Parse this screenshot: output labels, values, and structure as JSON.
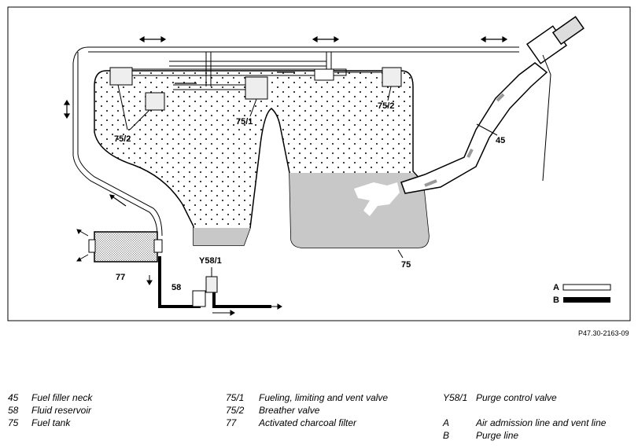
{
  "diagram": {
    "labels": {
      "l45": "45",
      "l58": "58",
      "l75": "75",
      "l75_1": "75/1",
      "l75_2a": "75/2",
      "l75_2b": "75/2",
      "l77": "77",
      "lY58_1": "Y58/1",
      "lA": "A",
      "lB": "B"
    },
    "colors": {
      "fuel": "#c8c8c8",
      "line": "#000000",
      "tank_bg": "#ffffff"
    }
  },
  "reference": "P47.30-2163-09",
  "legend": {
    "col1": [
      {
        "code": "45",
        "text": "Fuel filler neck"
      },
      {
        "code": "58",
        "text": "Fluid reservoir"
      },
      {
        "code": "75",
        "text": "Fuel tank"
      }
    ],
    "col2": [
      {
        "code": "75/1",
        "text": "Fueling, limiting and vent valve"
      },
      {
        "code": "75/2",
        "text": "Breather valve"
      },
      {
        "code": "77",
        "text": "Activated charcoal filter"
      }
    ],
    "col3": [
      {
        "code": "Y58/1",
        "text": "Purge control valve"
      },
      {
        "code": "",
        "text": ""
      },
      {
        "code": "A",
        "text": "Air admission line and vent line"
      },
      {
        "code": "B",
        "text": "Purge line"
      }
    ]
  }
}
